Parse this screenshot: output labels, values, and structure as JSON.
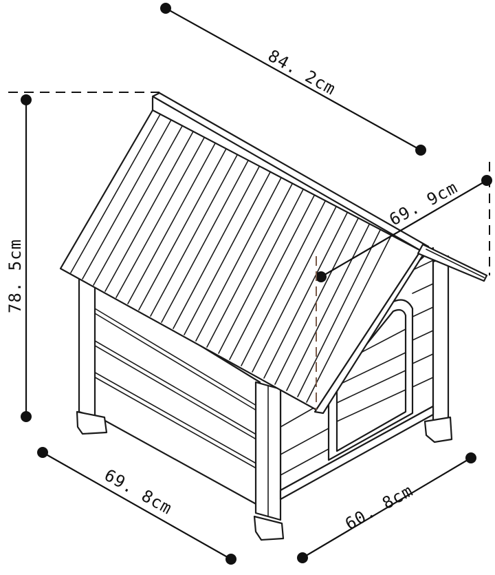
{
  "dimensions": {
    "roof_length": "84. 2cm",
    "ridge_height": "69. 9cm",
    "total_height": "78. 5cm",
    "side_length": "69. 8cm",
    "front_width": "60. 8cm"
  },
  "colors": {
    "ink": "#1a1a1a",
    "background": "#ffffff",
    "ridge_dash": "#7a5a48"
  }
}
